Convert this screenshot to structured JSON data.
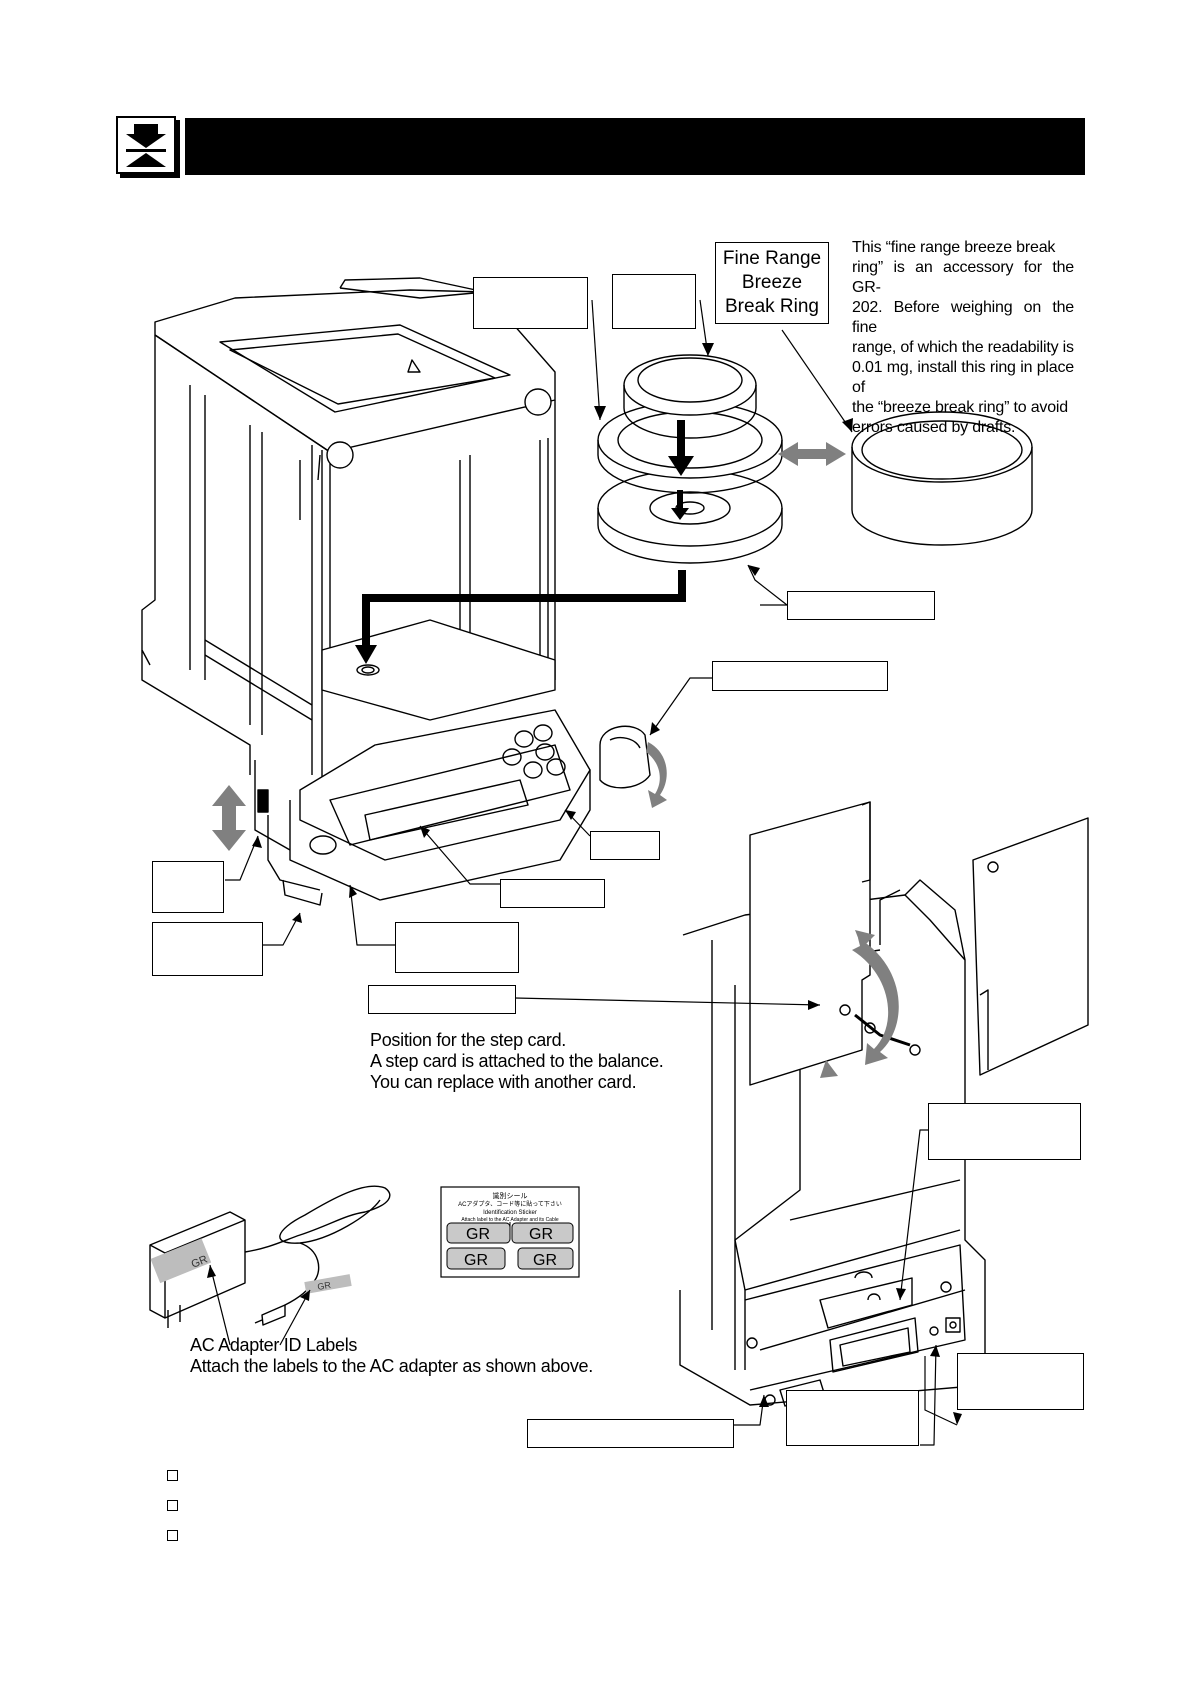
{
  "header": {
    "icon": "install-down-arrow-icon"
  },
  "fine_range": {
    "label_lines": [
      "Fine Range",
      "Breeze",
      "Break Ring"
    ],
    "note_lines": [
      "This “fine range breeze break",
      "ring” is an accessory for the GR-",
      "202. Before weighing on the fine",
      "range, of which the readability is",
      "0.01 mg, install this ring in place of",
      "the “breeze break ring” to avoid",
      "errors caused by drafts."
    ]
  },
  "step_card": {
    "lines": [
      "Position for the step card.",
      "A step card is attached to the balance.",
      "You can replace with another card."
    ]
  },
  "ac_adapter": {
    "lines": [
      "AC Adapter ID Labels",
      "Attach the labels to the AC adapter as shown above."
    ],
    "adapter_label": "GR",
    "cable_label": "GR"
  },
  "sticker": {
    "jp_line1": "識別シール",
    "jp_line2": "ACアダプタ、コード等に貼って下さい",
    "en_line1": "Identification Sticker",
    "en_line2": "Attach label to the AC Adapter and its Cable",
    "labels": [
      "GR",
      "GR",
      "GR",
      "GR"
    ]
  },
  "colors": {
    "arrow_gray": "#808080",
    "black": "#000000"
  }
}
